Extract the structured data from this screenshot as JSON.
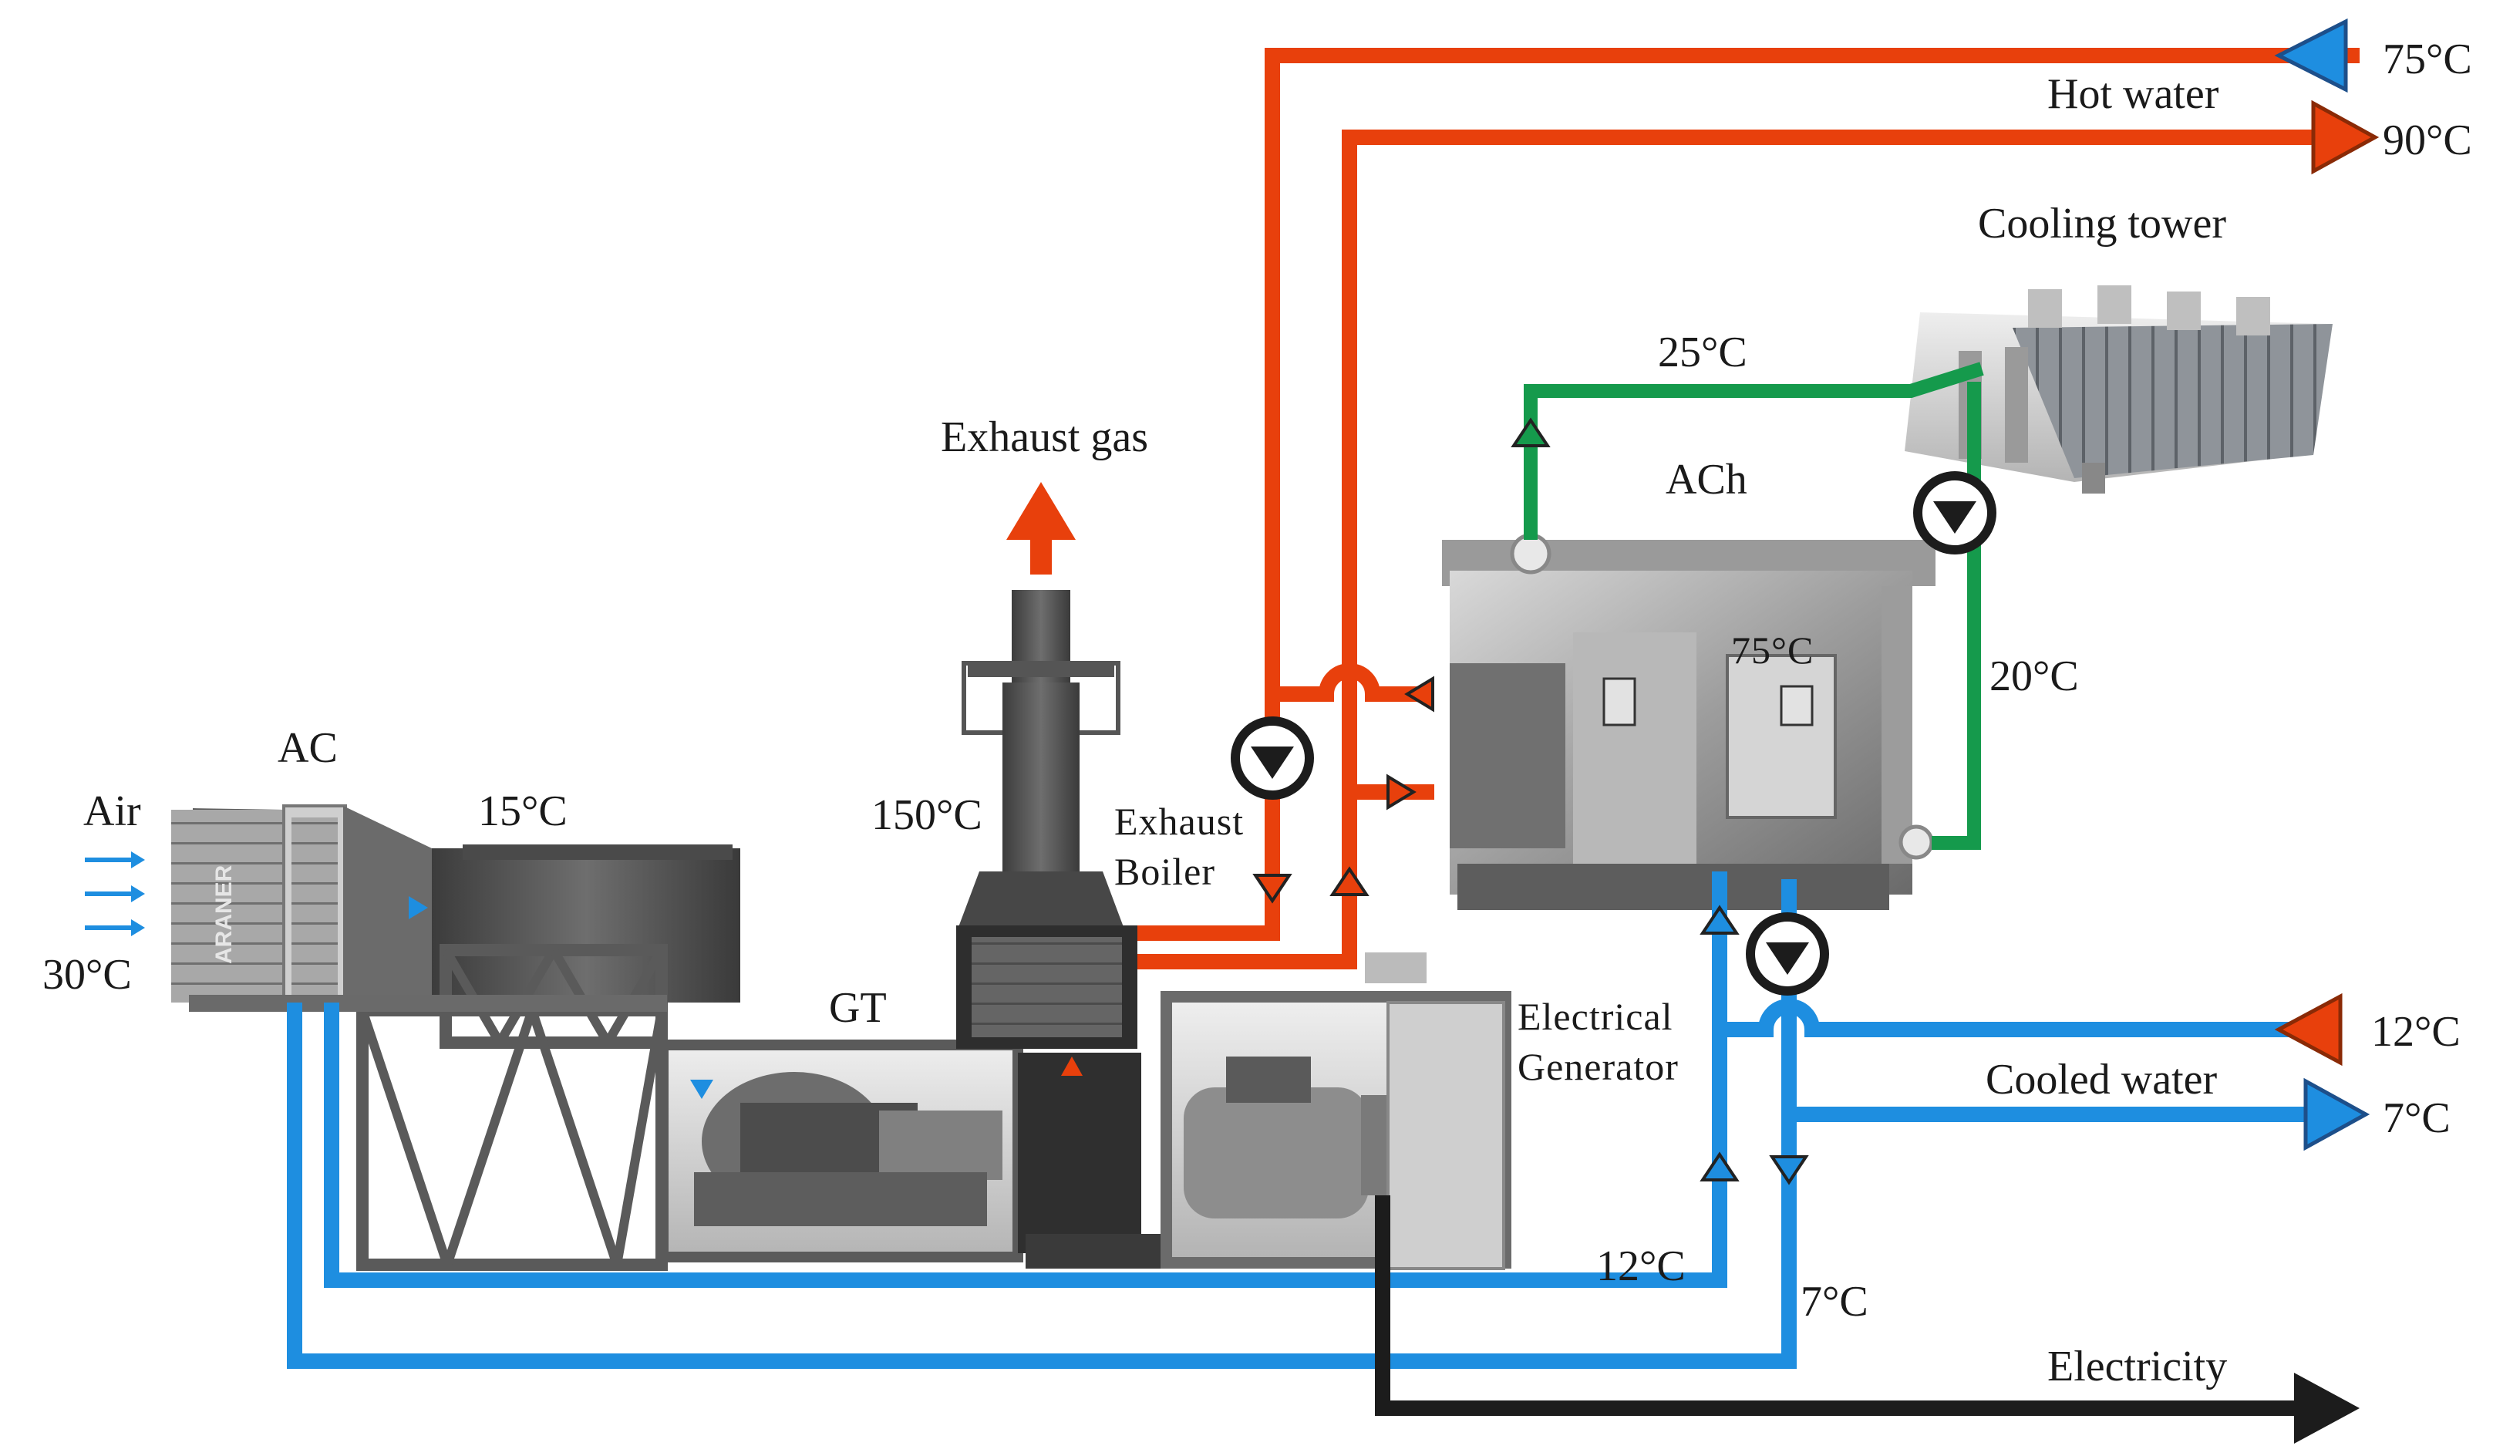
{
  "labels": {
    "hot_water": "Hot water",
    "hot_return_temp": "75°C",
    "hot_supply_temp": "90°C",
    "cooling_tower": "Cooling tower",
    "ct_supply_temp": "25°C",
    "ach": "ACh",
    "ct_return_temp": "20°C",
    "exhaust_gas": "Exhaust gas",
    "stack_temp": "150°C",
    "exhaust_boiler_line1": "Exhaust",
    "exhaust_boiler_line2": "Boiler",
    "ac": "AC",
    "air": "Air",
    "air_in_temp": "30°C",
    "air_out_temp": "15°C",
    "gt": "GT",
    "electrical_generator_line1": "Electrical",
    "electrical_generator_line2": "Generator",
    "chilled_return_temp": "12°C",
    "cooled_water": "Cooled water",
    "chilled_supply_temp": "7°C",
    "loop_return_temp": "12°C",
    "loop_supply_temp": "7°C",
    "electricity": "Electricity",
    "ach_inner_temp": "75°C",
    "unit_brand": "ARANER"
  },
  "colors": {
    "hot_pipe": "#e8400c",
    "cold_pipe": "#1e8ee0",
    "tower_pipe": "#159a4c",
    "electric_line": "#1c1c1c"
  },
  "icons": [
    "pump-icon",
    "flow-arrow-icon",
    "exhaust-arrow-icon"
  ]
}
